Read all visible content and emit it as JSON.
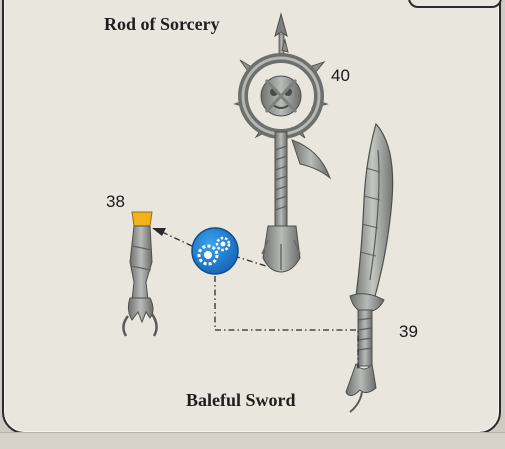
{
  "titles": {
    "rod": "Rod of Sorcery",
    "sword": "Baleful Sword"
  },
  "parts": {
    "arm": "38",
    "sword": "39",
    "rod": "40"
  },
  "assembly_icon": "gears-icon",
  "colors": {
    "panel_background": "#e9e6dd",
    "plastic_grey": "#9a9c99",
    "glue_highlight": "#f2b21c",
    "assembly_badge": "#1f7fd0"
  }
}
